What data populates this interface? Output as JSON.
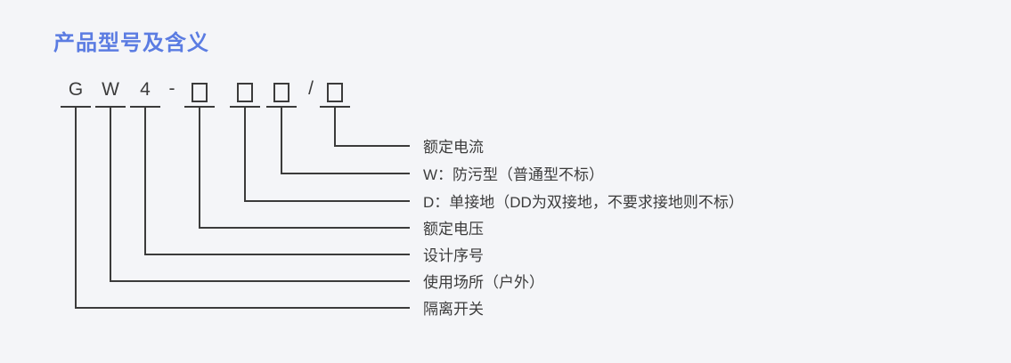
{
  "title": {
    "text": "产品型号及含义"
  },
  "model_code": {
    "prefix_letters": [
      "G",
      "W",
      "4"
    ],
    "dash": "-",
    "slash": "/",
    "box_count": 4,
    "box_symbol": "square-outline"
  },
  "legend": [
    {
      "label": "额定电流"
    },
    {
      "label": "W：防污型（普通型不标）"
    },
    {
      "label": "D：单接地（DD为双接地，不要求接地则不标）"
    },
    {
      "label": "额定电压"
    },
    {
      "label": "设计序号"
    },
    {
      "label": "使用场所（户外）"
    },
    {
      "label": "隔离开关"
    }
  ],
  "colors": {
    "background": "#f4f5f8",
    "title": "#5b7ce2",
    "line": "#3b3b3b",
    "text": "#3c3c3c"
  }
}
